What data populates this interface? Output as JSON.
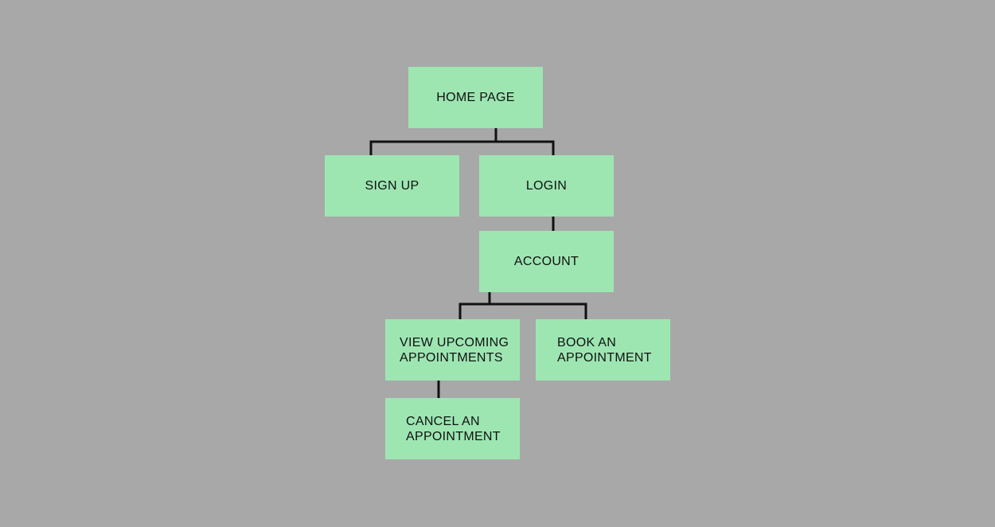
{
  "diagram": {
    "colors": {
      "background": "#a8a8a8",
      "node_fill": "#9de6b2",
      "connector": "#111111",
      "text": "#111111"
    },
    "nodes": {
      "home": "HOME PAGE",
      "signup": "SIGN UP",
      "login": "LOGIN",
      "account": "ACCOUNT",
      "view_upcoming": "VIEW UPCOMING\nAPPOINTMENTS",
      "book": "BOOK AN\nAPPOINTMENT",
      "cancel": "CANCEL AN\nAPPOINTMENT"
    },
    "edges": [
      [
        "home",
        "signup"
      ],
      [
        "home",
        "login"
      ],
      [
        "login",
        "account"
      ],
      [
        "account",
        "view_upcoming"
      ],
      [
        "account",
        "book"
      ],
      [
        "view_upcoming",
        "cancel"
      ]
    ]
  }
}
